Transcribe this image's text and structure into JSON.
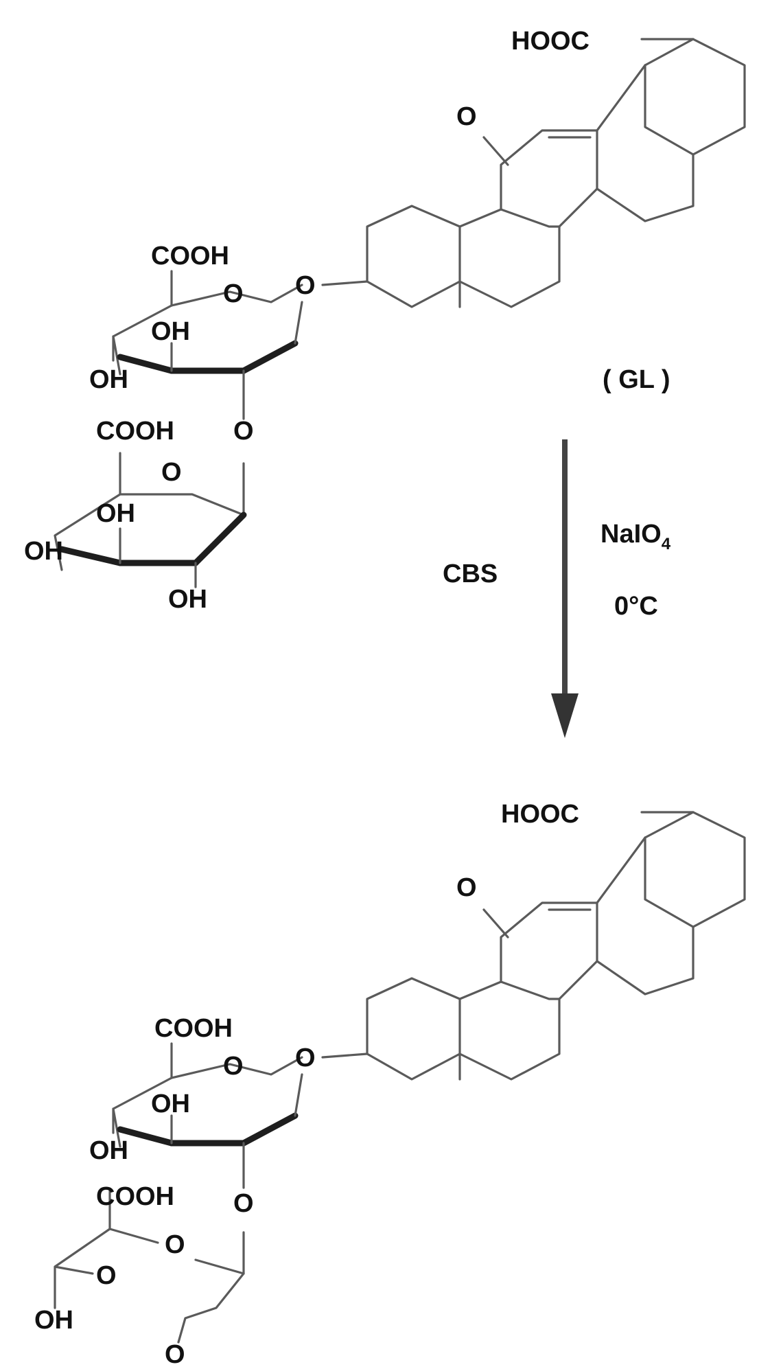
{
  "scheme": {
    "reactant_label": "( GL )",
    "reagents_right_main": "NaIO",
    "reagents_right_subscript": "4",
    "reagents_right_temp": "0°C",
    "reagent_left": "CBS"
  },
  "groups": {
    "cooh": "COOH",
    "hooc": "HOOC",
    "oh": "OH",
    "o": "O"
  },
  "colors": {
    "bond": "#5a5a5a",
    "wedge": "#1e1e1e",
    "text": "#111111",
    "arrow": "#444444"
  }
}
